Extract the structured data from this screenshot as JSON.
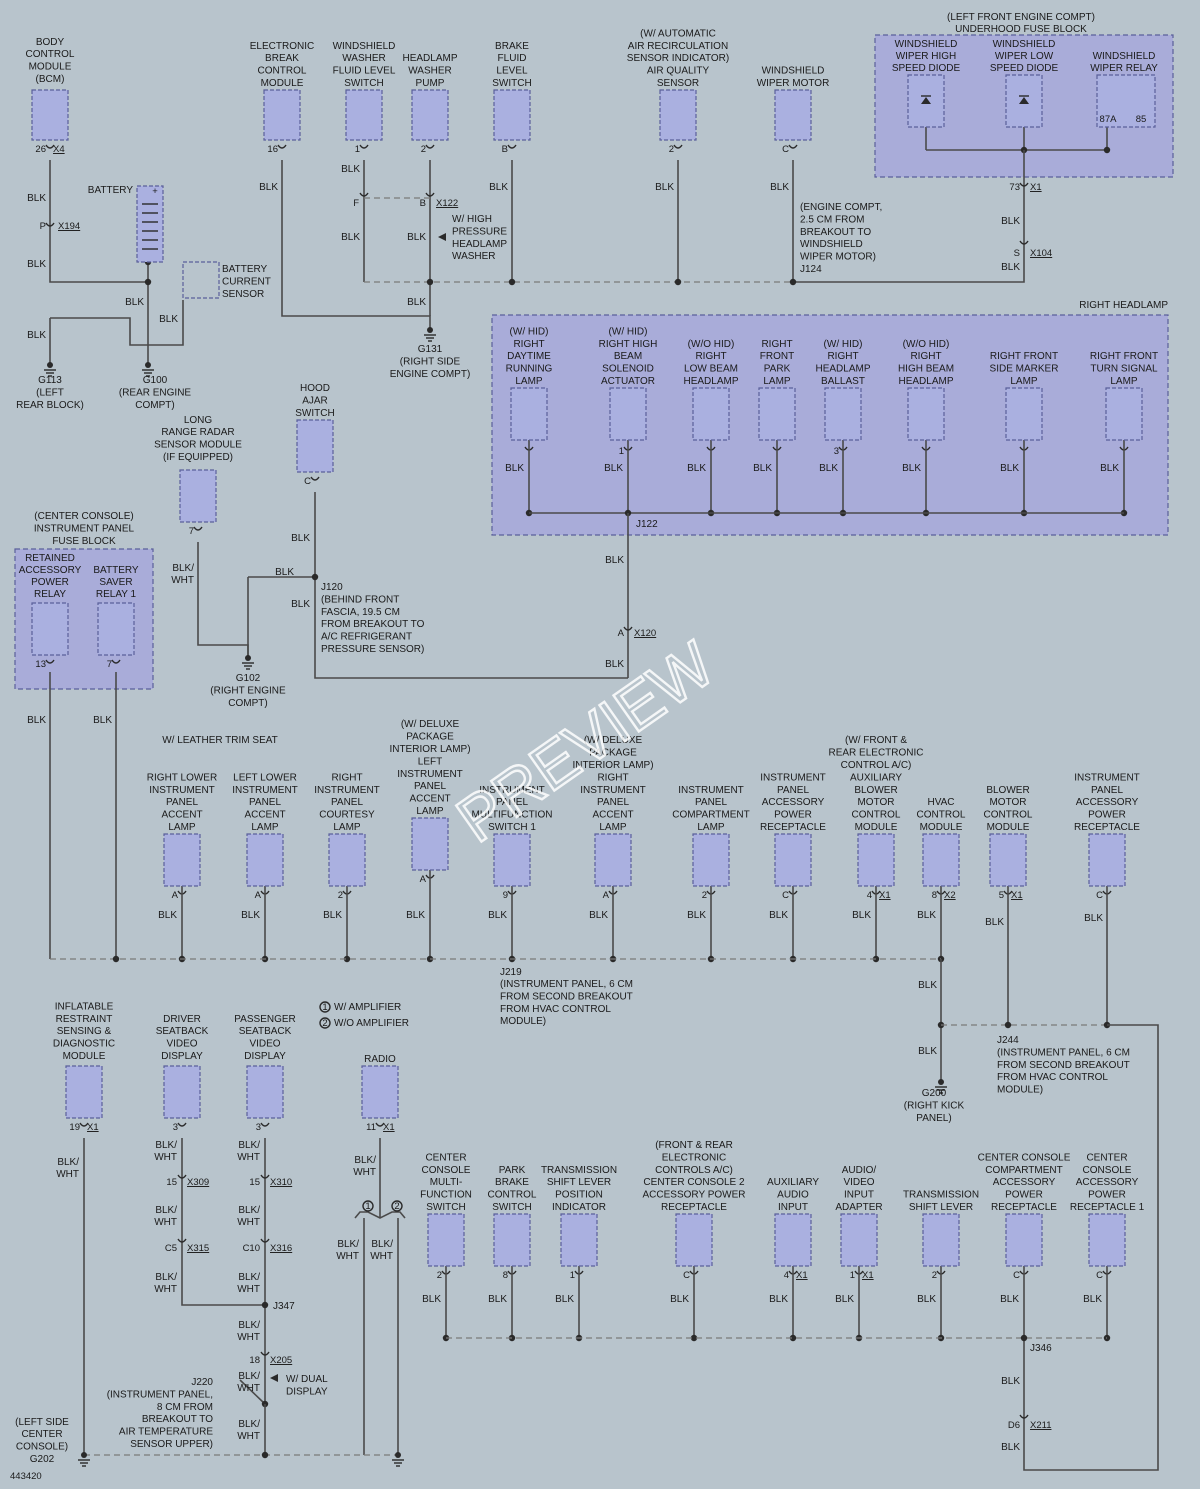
{
  "watermark": "PREVIEW",
  "diagram_id": "443420",
  "blocks": [
    {
      "id": "ufb",
      "lines": [
        "(LEFT FRONT ENGINE COMPT)",
        "UNDERHOOD FUSE BLOCK"
      ]
    },
    {
      "id": "rh",
      "lines": [
        "RIGHT HEADLAMP"
      ]
    },
    {
      "id": "ipfb",
      "lines": [
        "(CENTER CONSOLE)",
        "INSTRUMENT PANEL",
        "FUSE BLOCK"
      ]
    }
  ],
  "components": [
    {
      "id": "bcm",
      "lines": [
        "BODY",
        "CONTROL",
        "MODULE",
        "(BCM)"
      ],
      "pin": "26",
      "conn": "X4"
    },
    {
      "id": "ebcm",
      "lines": [
        "ELECTRONIC",
        "BREAK",
        "CONTROL",
        "MODULE"
      ],
      "pin": "16",
      "conn": ""
    },
    {
      "id": "wwfl",
      "lines": [
        "WINDSHIELD",
        "WASHER",
        "FLUID LEVEL",
        "SWITCH"
      ],
      "pin": "1",
      "conn": ""
    },
    {
      "id": "hwp",
      "lines": [
        "HEADLAMP",
        "WASHER",
        "PUMP"
      ],
      "pin": "2",
      "conn": ""
    },
    {
      "id": "bfl",
      "lines": [
        "BRAKE",
        "FLUID",
        "LEVEL",
        "SWITCH"
      ],
      "pin": "B",
      "conn": ""
    },
    {
      "id": "aqs",
      "lines": [
        "(W/ AUTOMATIC",
        "AIR RECIRCULATION",
        "SENSOR INDICATOR)",
        "AIR QUALITY",
        "SENSOR"
      ],
      "pin": "2",
      "conn": ""
    },
    {
      "id": "wwm",
      "lines": [
        "WINDSHIELD",
        "WIPER MOTOR"
      ],
      "pin": "C",
      "conn": ""
    },
    {
      "id": "whsd",
      "lines": [
        "WINDSHIELD",
        "WIPER HIGH",
        "SPEED DIODE"
      ],
      "pin": "",
      "conn": ""
    },
    {
      "id": "wlsd",
      "lines": [
        "WINDSHIELD",
        "WIPER LOW",
        "SPEED DIODE"
      ],
      "pin": "",
      "conn": ""
    },
    {
      "id": "wwr",
      "lines": [
        "WINDSHIELD",
        "WIPER RELAY"
      ],
      "pin": "",
      "conn": ""
    },
    {
      "id": "lrr",
      "lines": [
        "LONG",
        "RANGE RADAR",
        "SENSOR MODULE",
        "(IF EQUIPPED)"
      ],
      "pin": "7",
      "conn": ""
    },
    {
      "id": "has",
      "lines": [
        "HOOD",
        "AJAR",
        "SWITCH"
      ],
      "pin": "C",
      "conn": ""
    },
    {
      "id": "hl1",
      "lines": [
        "(W/ HID)",
        "RIGHT",
        "DAYTIME",
        "RUNNING",
        "LAMP"
      ],
      "pin": "",
      "conn": ""
    },
    {
      "id": "hl2",
      "lines": [
        "(W/ HID)",
        "RIGHT HIGH",
        "BEAM",
        "SOLENOID",
        "ACTUATOR"
      ],
      "pin": "1",
      "conn": ""
    },
    {
      "id": "hl3",
      "lines": [
        "(W/O HID)",
        "RIGHT",
        "LOW BEAM",
        "HEADLAMP"
      ],
      "pin": "",
      "conn": ""
    },
    {
      "id": "hl4",
      "lines": [
        "RIGHT",
        "FRONT",
        "PARK",
        "LAMP"
      ],
      "pin": "",
      "conn": ""
    },
    {
      "id": "hl5",
      "lines": [
        "(W/ HID)",
        "RIGHT",
        "HEADLAMP",
        "BALLAST"
      ],
      "pin": "3",
      "conn": ""
    },
    {
      "id": "hl6",
      "lines": [
        "(W/O HID)",
        "RIGHT",
        "HIGH BEAM",
        "HEADLAMP"
      ],
      "pin": "",
      "conn": ""
    },
    {
      "id": "hl7",
      "lines": [
        "RIGHT FRONT",
        "SIDE MARKER",
        "LAMP"
      ],
      "pin": "",
      "conn": ""
    },
    {
      "id": "hl8",
      "lines": [
        "RIGHT FRONT",
        "TURN SIGNAL",
        "LAMP"
      ],
      "pin": "",
      "conn": ""
    },
    {
      "id": "rapr",
      "lines": [
        "RETAINED",
        "ACCESSORY",
        "POWER",
        "RELAY"
      ],
      "pin": "13",
      "conn": ""
    },
    {
      "id": "bsr",
      "lines": [
        "BATTERY",
        "SAVER",
        "RELAY 1"
      ],
      "pin": "7",
      "conn": ""
    },
    {
      "id": "rlip",
      "lines": [
        "RIGHT LOWER",
        "INSTRUMENT",
        "PANEL",
        "ACCENT",
        "LAMP"
      ],
      "pin": "A",
      "conn": ""
    },
    {
      "id": "llip",
      "lines": [
        "LEFT LOWER",
        "INSTRUMENT",
        "PANEL",
        "ACCENT",
        "LAMP"
      ],
      "pin": "A",
      "conn": ""
    },
    {
      "id": "ripc",
      "lines": [
        "RIGHT",
        "INSTRUMENT",
        "PANEL",
        "COURTESY",
        "LAMP"
      ],
      "pin": "2",
      "conn": ""
    },
    {
      "id": "lipa",
      "lines": [
        "(W/ DELUXE",
        "PACKAGE",
        "INTERIOR LAMP)",
        "LEFT",
        "INSTRUMENT",
        "PANEL",
        "ACCENT",
        "LAMP"
      ],
      "pin": "A",
      "conn": ""
    },
    {
      "id": "ipmfs",
      "lines": [
        "INSTRUMENT",
        "PANEL",
        "MULTIFUNCTION",
        "SWITCH 1"
      ],
      "pin": "9",
      "conn": ""
    },
    {
      "id": "ripa",
      "lines": [
        "(W/ DELUXE",
        "PACKAGE",
        "INTERIOR LAMP)",
        "RIGHT",
        "INSTRUMENT",
        "PANEL",
        "ACCENT",
        "LAMP"
      ],
      "pin": "A",
      "conn": ""
    },
    {
      "id": "ipcl",
      "lines": [
        "INSTRUMENT",
        "PANEL",
        "COMPARTMENT",
        "LAMP"
      ],
      "pin": "2",
      "conn": ""
    },
    {
      "id": "ipapr",
      "lines": [
        "INSTRUMENT",
        "PANEL",
        "ACCESSORY",
        "POWER",
        "RECEPTACLE"
      ],
      "pin": "C",
      "conn": ""
    },
    {
      "id": "abmc",
      "lines": [
        "(W/ FRONT &",
        "REAR ELECTRONIC",
        "CONTROL A/C)",
        "AUXILIARY",
        "BLOWER",
        "MOTOR",
        "CONTROL",
        "MODULE"
      ],
      "pin": "4",
      "conn": "X1"
    },
    {
      "id": "hvac",
      "lines": [
        "HVAC",
        "CONTROL",
        "MODULE"
      ],
      "pin": "8",
      "conn": "X2"
    },
    {
      "id": "bmcm",
      "lines": [
        "BLOWER",
        "MOTOR",
        "CONTROL",
        "MODULE"
      ],
      "pin": "5",
      "conn": "X1"
    },
    {
      "id": "ipapr2",
      "lines": [
        "INSTRUMENT",
        "PANEL",
        "ACCESSORY",
        "POWER",
        "RECEPTACLE"
      ],
      "pin": "C",
      "conn": ""
    },
    {
      "id": "irsdm",
      "lines": [
        "INFLATABLE",
        "RESTRAINT",
        "SENSING &",
        "DIAGNOSTIC",
        "MODULE"
      ],
      "pin": "19",
      "conn": "X1"
    },
    {
      "id": "dsvd",
      "lines": [
        "DRIVER",
        "SEATBACK",
        "VIDEO",
        "DISPLAY"
      ],
      "pin": "3",
      "conn": ""
    },
    {
      "id": "psvd",
      "lines": [
        "PASSENGER",
        "SEATBACK",
        "VIDEO",
        "DISPLAY"
      ],
      "pin": "3",
      "conn": ""
    },
    {
      "id": "radio",
      "lines": [
        "RADIO"
      ],
      "pin": "11",
      "conn": "X1"
    },
    {
      "id": "ccmfs",
      "lines": [
        "CENTER",
        "CONSOLE",
        "MULTI-",
        "FUNCTION",
        "SWITCH"
      ],
      "pin": "2",
      "conn": ""
    },
    {
      "id": "pbcs",
      "lines": [
        "PARK",
        "BRAKE",
        "CONTROL",
        "SWITCH"
      ],
      "pin": "8",
      "conn": ""
    },
    {
      "id": "tslpi",
      "lines": [
        "TRANSMISSION",
        "SHIFT LEVER",
        "POSITION",
        "INDICATOR"
      ],
      "pin": "1",
      "conn": ""
    },
    {
      "id": "cc2apr",
      "lines": [
        "(FRONT & REAR",
        "ELECTRONIC",
        "CONTROLS A/C)",
        "CENTER CONSOLE 2",
        "ACCESSORY POWER",
        "RECEPTACLE"
      ],
      "pin": "C",
      "conn": ""
    },
    {
      "id": "aai",
      "lines": [
        "AUXILIARY",
        "AUDIO",
        "INPUT"
      ],
      "pin": "4",
      "conn": "X1"
    },
    {
      "id": "avia",
      "lines": [
        "AUDIO/",
        "VIDEO",
        "INPUT",
        "ADAPTER"
      ],
      "pin": "1",
      "conn": "X1"
    },
    {
      "id": "tsl",
      "lines": [
        "TRANSMISSION",
        "SHIFT LEVER"
      ],
      "pin": "2",
      "conn": ""
    },
    {
      "id": "ccapr",
      "lines": [
        "CENTER CONSOLE",
        "COMPARTMENT",
        "ACCESSORY",
        "POWER",
        "RECEPTACLE"
      ],
      "pin": "C",
      "conn": ""
    },
    {
      "id": "ccapr1",
      "lines": [
        "CENTER",
        "CONSOLE",
        "ACCESSORY",
        "POWER",
        "RECEPTACLE 1"
      ],
      "pin": "C",
      "conn": ""
    }
  ],
  "grounds": [
    {
      "id": "g113",
      "lines": [
        "G113",
        "(LEFT",
        "REAR BLOCK)"
      ]
    },
    {
      "id": "g100",
      "lines": [
        "G100",
        "(REAR ENGINE",
        "COMPT)"
      ]
    },
    {
      "id": "g131",
      "lines": [
        "G131",
        "(RIGHT SIDE",
        "ENGINE COMPT)"
      ]
    },
    {
      "id": "g102",
      "lines": [
        "G102",
        "(RIGHT ENGINE",
        "COMPT)"
      ]
    },
    {
      "id": "g200",
      "lines": [
        "G200",
        "(RIGHT KICK",
        "PANEL)"
      ]
    },
    {
      "id": "g202",
      "lines": [
        "(LEFT SIDE",
        "CENTER",
        "CONSOLE)",
        "G202"
      ]
    }
  ],
  "splices": [
    {
      "id": "j124",
      "lines": [
        "(ENGINE COMPT,",
        "2.5 CM FROM",
        "BREAKOUT TO",
        "WINDSHIELD",
        "WIPER MOTOR)",
        "J124"
      ]
    },
    {
      "id": "j122",
      "lines": [
        "J122"
      ]
    },
    {
      "id": "j120",
      "lines": [
        "J120",
        "(BEHIND FRONT",
        "FASCIA, 19.5 CM",
        "FROM BREAKOUT TO",
        "A/C REFRIGERANT",
        "PRESSURE SENSOR)"
      ]
    },
    {
      "id": "j219",
      "lines": [
        "J219",
        "(INSTRUMENT PANEL, 6 CM",
        "FROM SECOND BREAKOUT",
        "FROM HVAC CONTROL",
        "MODULE)"
      ]
    },
    {
      "id": "j244",
      "lines": [
        "J244",
        "(INSTRUMENT PANEL, 6 CM",
        "FROM SECOND BREAKOUT",
        "FROM HVAC CONTROL",
        "MODULE)"
      ]
    },
    {
      "id": "j347",
      "lines": [
        "J347"
      ]
    },
    {
      "id": "j346",
      "lines": [
        "J346"
      ]
    },
    {
      "id": "j220",
      "lines": [
        "J220",
        "(INSTRUMENT PANEL,",
        "8 CM FROM",
        "BREAKOUT TO",
        "AIR TEMPERATURE",
        "SENSOR UPPER)"
      ]
    }
  ],
  "misc": {
    "battery": "BATTERY",
    "battery_sensor": [
      "BATTERY",
      "CURRENT",
      "SENSOR"
    ],
    "hp_washer": [
      "W/ HIGH",
      "PRESSURE",
      "HEADLAMP",
      "WASHER"
    ],
    "dual_display": [
      "W/ DUAL",
      "DISPLAY"
    ],
    "leather_trim": "W/ LEATHER TRIM SEAT",
    "legend_amp": "W/ AMPLIFIER",
    "legend_noamp": "W/O AMPLIFIER",
    "legend_1": "1",
    "legend_2": "2",
    "relay_87a": "87A",
    "relay_85": "85",
    "pin_plus": "+",
    "pin_minus": "-"
  },
  "wire_colors": {
    "blk": "BLK",
    "blk_wht": [
      "BLK/",
      "WHT"
    ]
  },
  "pin_labels": [
    "P",
    "F",
    "B",
    "73",
    "S",
    "A",
    "15",
    "C5",
    "C10",
    "18",
    "D6"
  ],
  "connector_labels": [
    "X194",
    "X122",
    "X1",
    "X104",
    "X120",
    "X309",
    "X310",
    "X315",
    "X316",
    "X205",
    "X211"
  ]
}
